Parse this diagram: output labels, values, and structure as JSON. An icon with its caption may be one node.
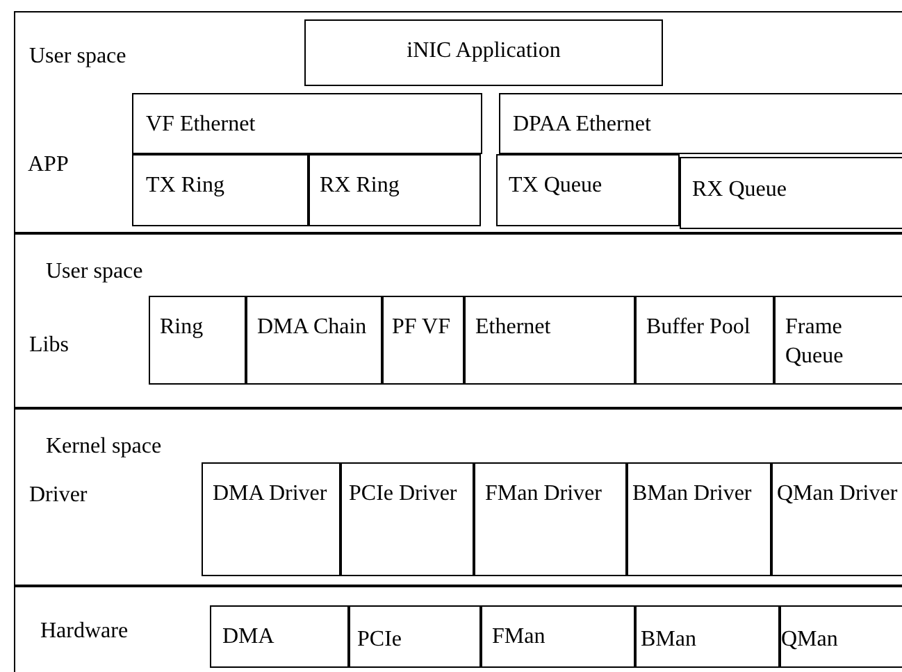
{
  "diagram": {
    "nodes": [
      {
        "text": [
          "User space",
          "APP"
        ]
      },
      {
        "text": [
          "iNIC Application"
        ],
        "in": 0
      },
      {
        "text": [
          "VF Ethernet"
        ],
        "in": 0
      },
      {
        "text": [
          "TX Ring"
        ],
        "in": 0
      },
      {
        "text": [
          "RX Ring"
        ],
        "in": 0
      },
      {
        "text": [
          "DPAA Ethernet"
        ],
        "in": 0
      },
      {
        "text": [
          "TX Queue"
        ],
        "in": 0
      },
      {
        "text": [
          "RX Queue"
        ],
        "in": 0
      },
      {
        "text": [
          "User space",
          "Libs"
        ]
      },
      {
        "text": [
          "Ring"
        ],
        "in": 8
      },
      {
        "text": [
          "DMA Chain"
        ],
        "in": 8
      },
      {
        "text": [
          "PF VF"
        ],
        "in": 8
      },
      {
        "text": [
          "Ethernet"
        ],
        "in": 8
      },
      {
        "text": [
          "Buffer Pool"
        ],
        "in": 8
      },
      {
        "text": [
          "Frame Queue"
        ],
        "in": 8
      },
      {
        "text": [
          "Kernel space",
          "Driver"
        ]
      },
      {
        "text": [
          "DMA Driver"
        ],
        "in": 15
      },
      {
        "text": [
          "PCIe Driver"
        ],
        "in": 15
      },
      {
        "text": [
          "FMan Driver"
        ],
        "in": 15
      },
      {
        "text": [
          "BMan Driver"
        ],
        "in": 15
      },
      {
        "text": [
          "QMan Driver"
        ],
        "in": 15
      },
      {
        "text": [
          "Hardware"
        ]
      },
      {
        "text": [
          "DMA"
        ],
        "in": 21
      },
      {
        "text": [
          "PCIe"
        ],
        "in": 21
      },
      {
        "text": [
          "FMan"
        ],
        "in": 21
      },
      {
        "text": [
          "BMan"
        ],
        "in": 21
      },
      {
        "text": [
          "QMan"
        ],
        "in": 21
      }
    ]
  }
}
